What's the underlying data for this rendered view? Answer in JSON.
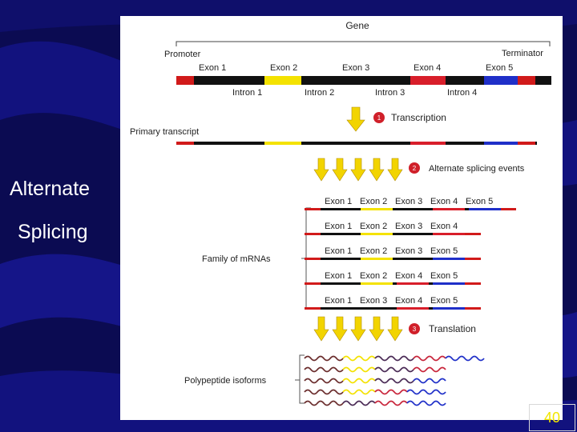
{
  "slide": {
    "title_line1": "Alternate",
    "title_line2": "Splicing",
    "page_number": "40"
  },
  "diagram": {
    "gene_label": "Gene",
    "promoter_label": "Promoter",
    "terminator_label": "Terminator",
    "exons": [
      "Exon 1",
      "Exon 2",
      "Exon 3",
      "Exon 4",
      "Exon 5"
    ],
    "introns": [
      "Intron 1",
      "Intron 2",
      "Intron 3",
      "Intron 4"
    ],
    "primary_transcript_label": "Primary transcript",
    "steps": [
      {
        "number": "1",
        "label": "Transcription"
      },
      {
        "number": "2",
        "label": "Alternate splicing events"
      },
      {
        "number": "3",
        "label": "Translation"
      }
    ],
    "mrna_family_label": "Family of mRNAs",
    "mrnas": [
      [
        "Exon 1",
        "Exon 2",
        "Exon 3",
        "Exon 4",
        "Exon 5"
      ],
      [
        "Exon 1",
        "Exon 2",
        "Exon 3",
        "Exon 4"
      ],
      [
        "Exon 1",
        "Exon 2",
        "Exon 3",
        "Exon 5"
      ],
      [
        "Exon 1",
        "Exon 2",
        "Exon 4",
        "Exon 5"
      ],
      [
        "Exon 1",
        "Exon 3",
        "Exon 4",
        "Exon 5"
      ]
    ],
    "polypeptide_label": "Polypeptide isoforms"
  },
  "colors": {
    "background": "#0b0b52",
    "promoter": "#d11a1a",
    "exon1": "#111111",
    "exon2": "#f4e200",
    "exon3": "#111111",
    "exon4": "#d81e2a",
    "exon5": "#1f2fc8",
    "terminator": "#d11a1a",
    "arrow": "#f2d400",
    "step_badge": "#d0202a",
    "page_number": "#f2e600"
  }
}
